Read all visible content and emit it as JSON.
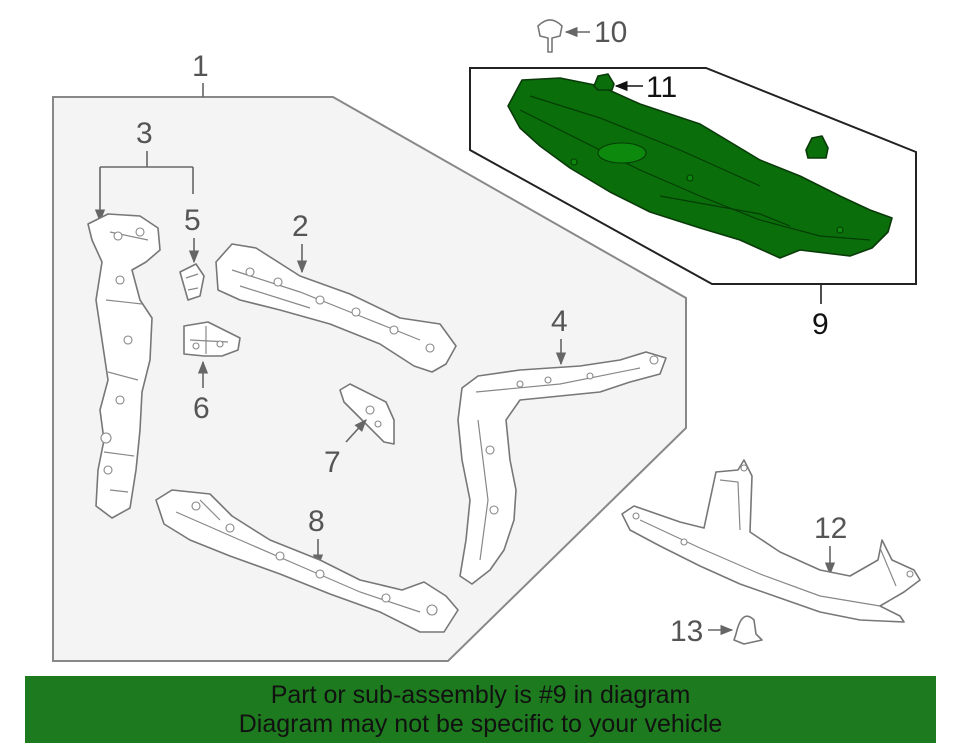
{
  "callouts": {
    "c1": "1",
    "c2": "2",
    "c3": "3",
    "c4": "4",
    "c5": "5",
    "c6": "6",
    "c7": "7",
    "c8": "8",
    "c9": "9",
    "c10": "10",
    "c11": "11",
    "c12": "12",
    "c13": "13"
  },
  "highlight_color": "#0a6e0a",
  "banner": {
    "line1": "Part or sub-assembly is #9 in diagram",
    "line2": "Diagram may not be specific to your vehicle",
    "color": "#1e7a1e"
  }
}
